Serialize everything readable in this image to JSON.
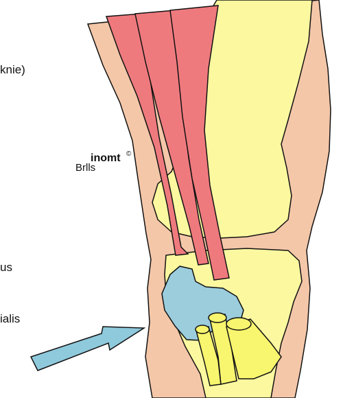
{
  "labels": {
    "label_1": "knie)",
    "label_2": "us",
    "label_3": "ialis"
  },
  "watermark": {
    "top": "inomt",
    "bottom": "Brlls",
    "copyright": "©"
  },
  "colors": {
    "skin": "#f4c7a9",
    "bone": "#fbf8a0",
    "muscle": "#ef7a7e",
    "meniscus_blue": "#9bcddd",
    "tendon_yellow": "#f8f56e",
    "arrow": "#8fc9dc",
    "outline": "#111111"
  }
}
